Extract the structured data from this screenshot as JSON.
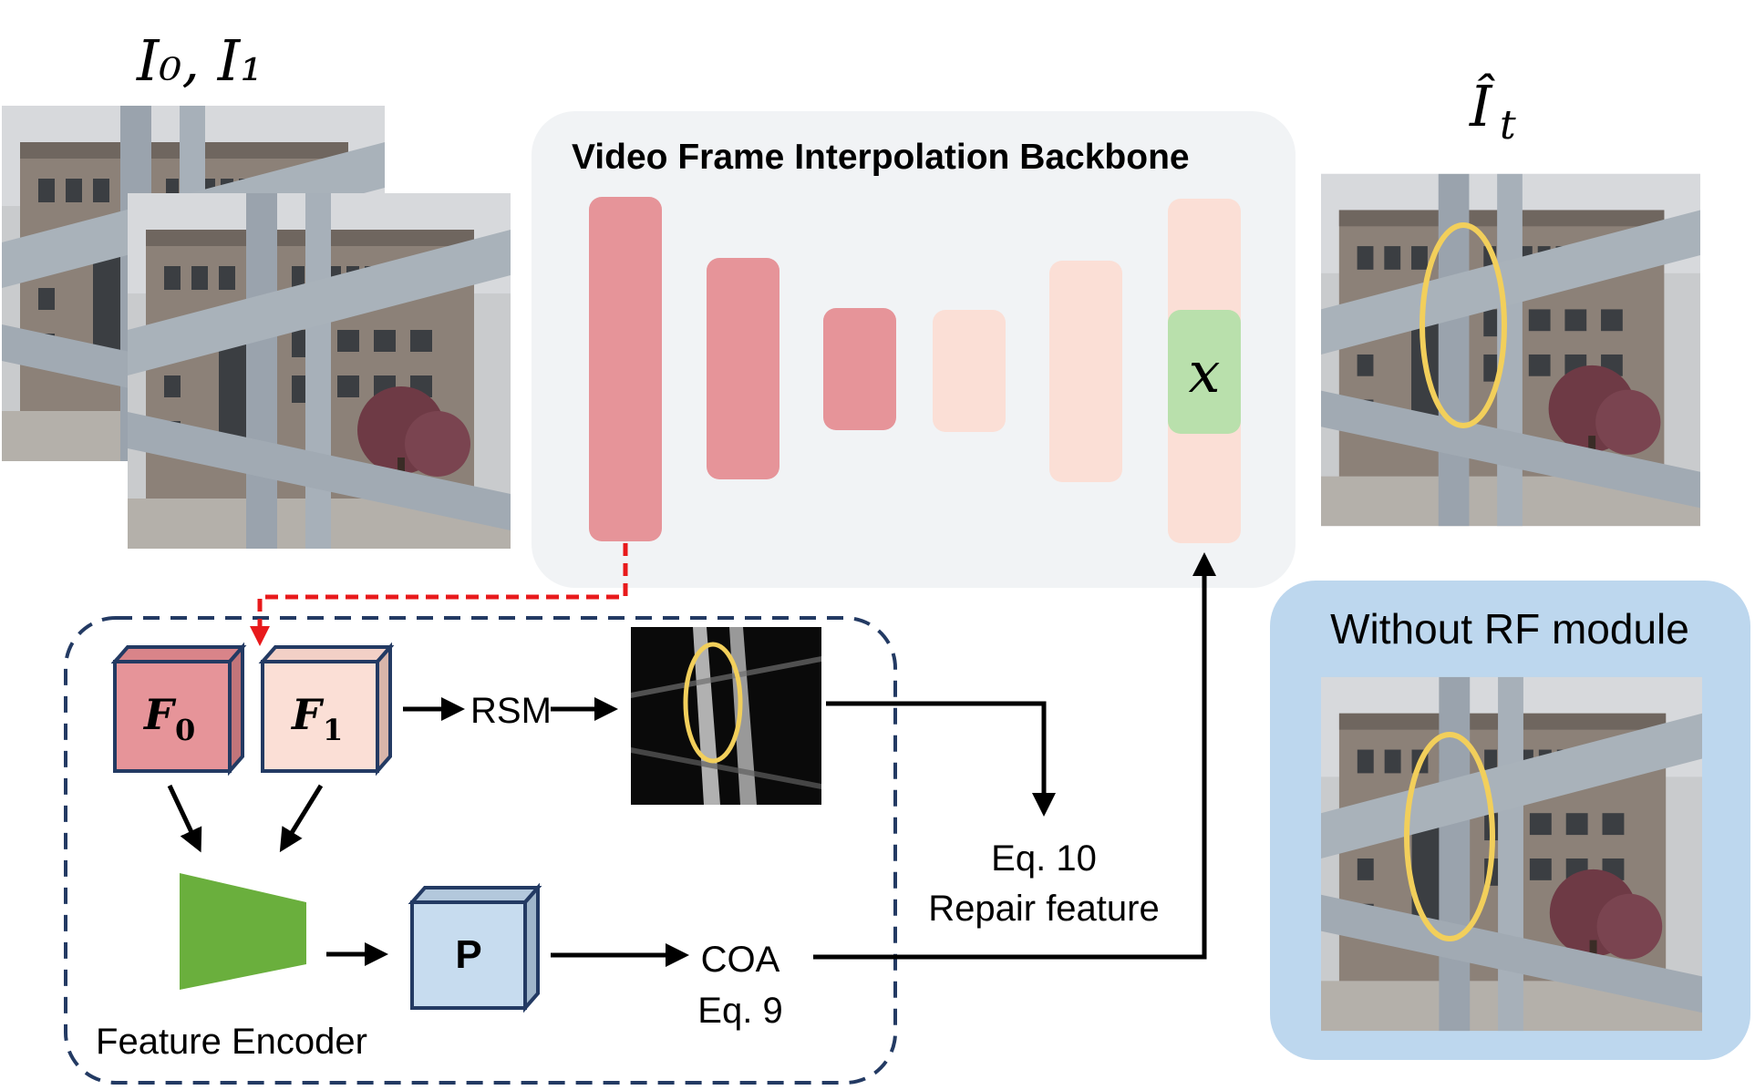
{
  "labels": {
    "inputs_label": "I₀, I₁",
    "output_label": "Î",
    "output_sub": "t",
    "backbone_title": "Video Frame Interpolation Backbone",
    "x_symbol": "x",
    "f0_label": "F",
    "f0_sub": "0",
    "f1_label": "F",
    "f1_sub": "1",
    "rsm": "RSM",
    "eq10": "Eq. 10",
    "repair_feature": "Repair feature",
    "coa": "COA",
    "eq9": "Eq. 9",
    "p_label": "P",
    "feature_encoder": "Feature Encoder",
    "without_rf": "Without RF module"
  },
  "colors": {
    "enc_dark": "#e69499",
    "enc_mid": "#e69499",
    "dec_light": "#fbdfd6",
    "x_block": "#b9e0ac",
    "backbone_panel": "#f1f3f5",
    "f0_face": "#e69499",
    "f1_face": "#fbdfd6",
    "p_face": "#c7dcef",
    "cube_edge": "#233a63",
    "encoder_green": "#6aaf3d",
    "rf_panel": "#bdd7ee",
    "ellipse": "#f2cf5b",
    "red_dash": "#e8191b"
  }
}
